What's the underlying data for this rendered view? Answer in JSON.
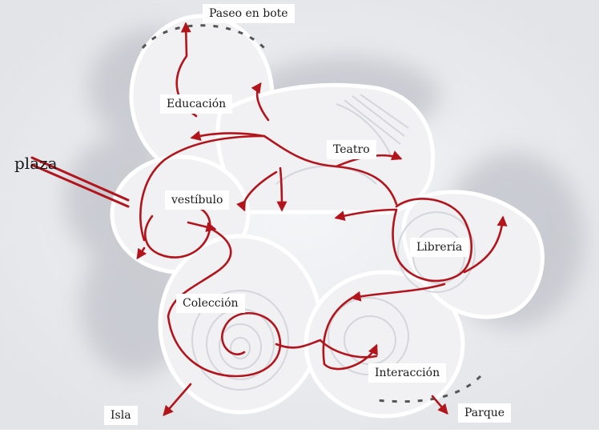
{
  "labels": {
    "paseo": "Paseo en bote",
    "educacion": "Educación",
    "teatro": "Teatro",
    "plaza": "plaza",
    "vestibulo": "vestíbulo",
    "libreria": "Librería",
    "coleccion": "Colección",
    "interaccion": "Interacción",
    "isla": "Isla",
    "parque": "Parque"
  },
  "colors": {
    "path": "#b3141c",
    "building": "#f1f1f3",
    "outline": "#ffffff",
    "shadow": "#c9cbd1",
    "background": "#ffffff"
  }
}
